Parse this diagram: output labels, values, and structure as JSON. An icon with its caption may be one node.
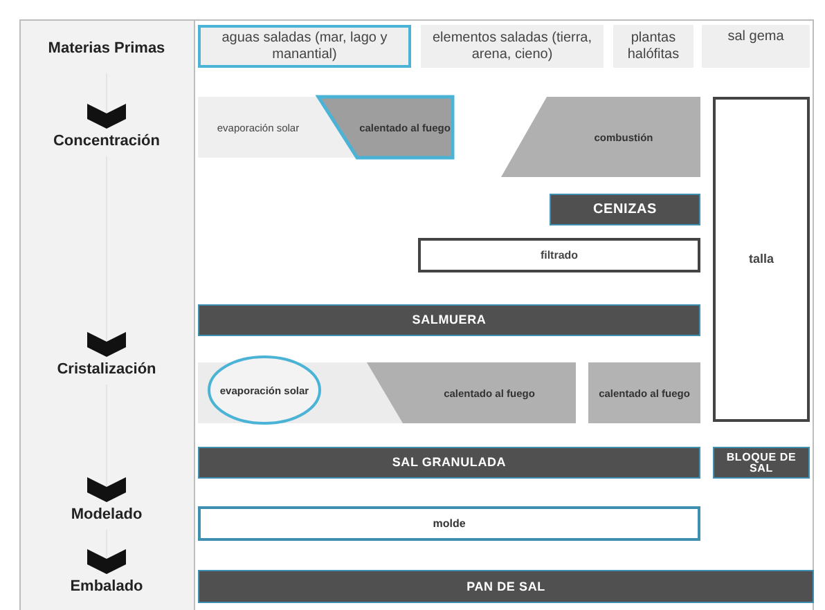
{
  "diagram": {
    "nodes": [
      {
        "text": [
          "Materias Primas"
        ]
      },
      {
        "text": [
          "aguas saladas (mar, lago y manantial)"
        ]
      },
      {
        "text": [
          "elementos saladas (tierra, arena, cieno)"
        ]
      },
      {
        "text": [
          "plantas halófitas"
        ]
      },
      {
        "text": [
          "sal gema"
        ]
      },
      {
        "text": [
          "Concentración"
        ]
      },
      {
        "text": [
          "evaporación solar"
        ]
      },
      {
        "text": [
          "calentado al fuego"
        ]
      },
      {
        "text": [
          "combustión"
        ]
      },
      {
        "text": [
          "talla"
        ]
      },
      {
        "text": [
          "CENIZAS"
        ]
      },
      {
        "text": [
          "filtrado"
        ]
      },
      {
        "text": [
          "SALMUERA"
        ]
      },
      {
        "text": [
          "Cristalización"
        ]
      },
      {
        "text": [
          "evaporación solar"
        ]
      },
      {
        "text": [
          "calentado al fuego"
        ]
      },
      {
        "text": [
          "calentado al fuego"
        ]
      },
      {
        "text": [
          "SAL GRANULADA"
        ]
      },
      {
        "text": [
          "BLOQUE DE SAL"
        ]
      },
      {
        "text": [
          "Modelado"
        ]
      },
      {
        "text": [
          "molde"
        ]
      },
      {
        "text": [
          "Embalado"
        ]
      },
      {
        "text": [
          "PAN DE SAL"
        ]
      }
    ],
    "edges": [
      {
        "from": 0,
        "to": 5,
        "arrow": "to"
      },
      {
        "from": 5,
        "to": 13,
        "arrow": "to"
      },
      {
        "from": 13,
        "to": 19,
        "arrow": "to"
      },
      {
        "from": 19,
        "to": 21,
        "arrow": "to"
      }
    ]
  }
}
